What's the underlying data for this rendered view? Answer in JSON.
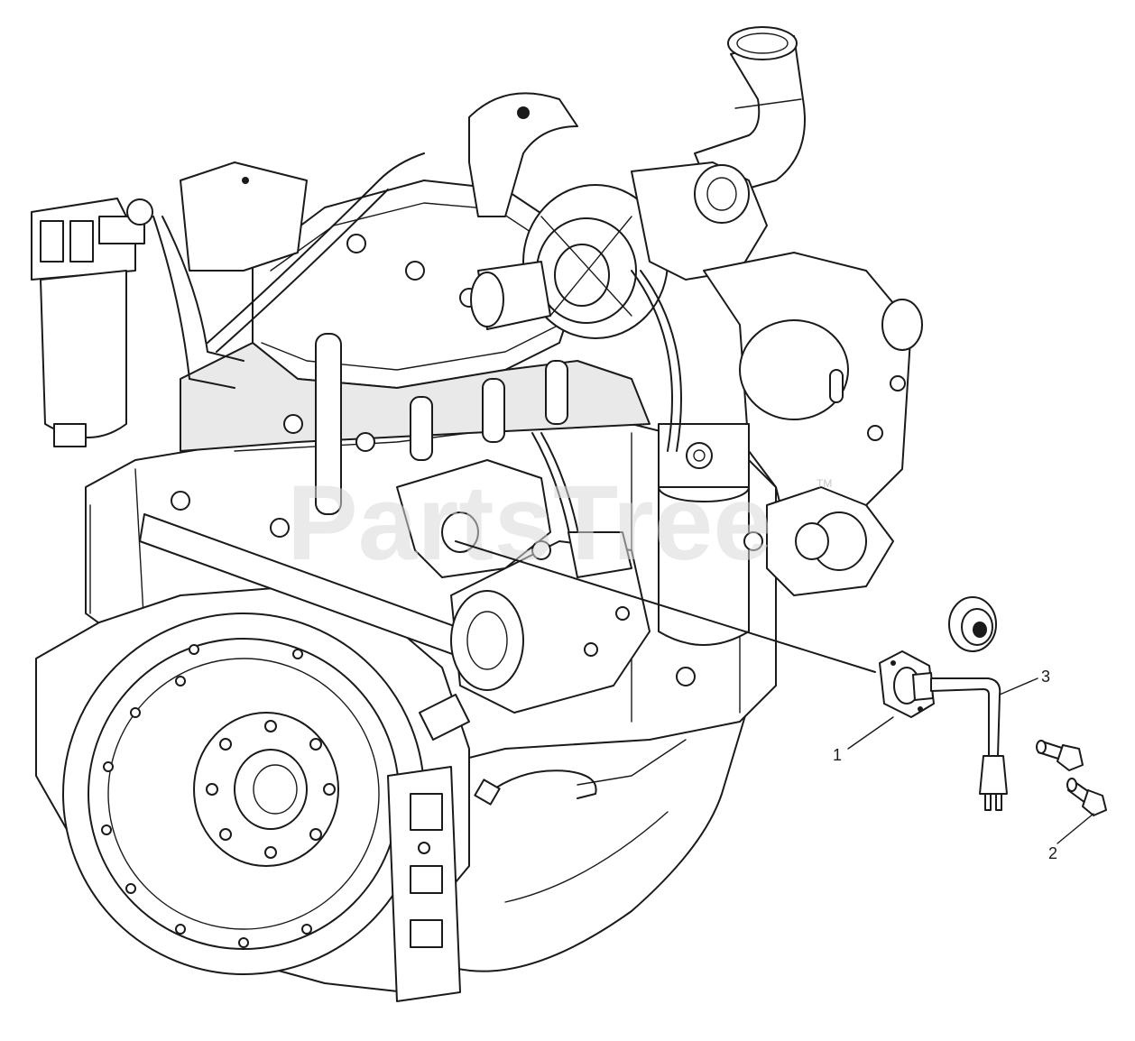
{
  "watermark": {
    "text": "PartsTree",
    "trademark": "TM"
  },
  "callouts": [
    {
      "number": "1"
    },
    {
      "number": "2"
    },
    {
      "number": "3"
    }
  ]
}
